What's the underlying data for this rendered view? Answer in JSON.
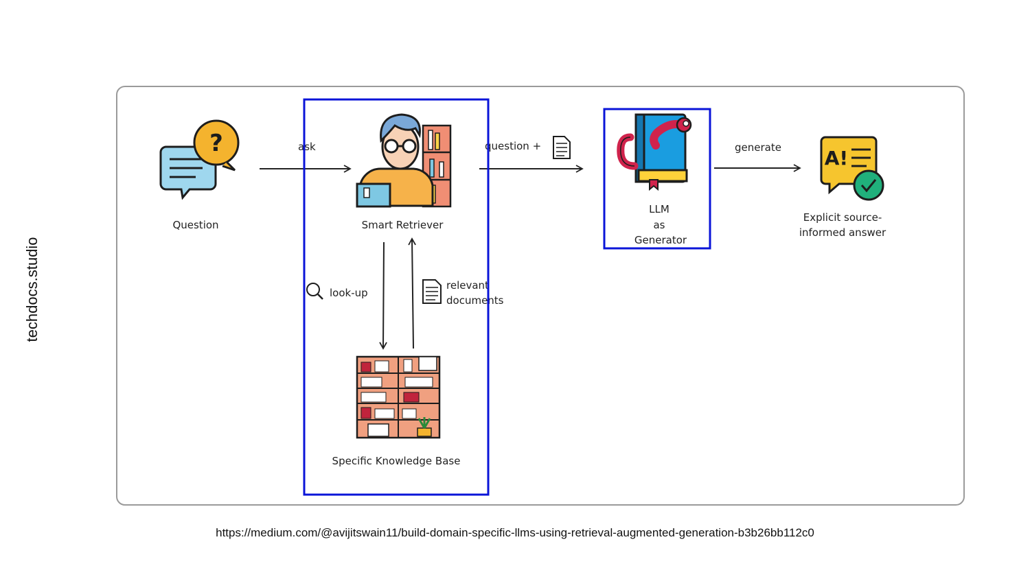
{
  "side_label": "techdocs.studio",
  "source_url": "https://medium.com/@avijitswain11/build-domain-specific-llms-using-retrieval-augmented-generation-b3b26bb112c0",
  "nodes": {
    "question": "Question",
    "smart_retriever": "Smart Retriever",
    "knowledge_base": "Specific Knowledge Base",
    "llm_line1": "LLM",
    "llm_line2": "as",
    "llm_line3": "Generator",
    "answer_line1": "Explicit source-",
    "answer_line2": "informed answer"
  },
  "edges": {
    "ask": "ask",
    "question_plus": "question +",
    "generate": "generate",
    "look_up": "look-up",
    "relevant_line1": "relevant",
    "relevant_line2": "documents"
  },
  "colors": {
    "highlight": "#0a14d8",
    "frame": "#9a9a9a",
    "bubble_orange": "#f4b32e",
    "bubble_blue": "#9fd7ee",
    "book_blue": "#1a9de0",
    "worm_red": "#d0234c",
    "answer_yellow": "#f6c52e",
    "check_green": "#20b07c"
  },
  "icons": [
    "question-bubble-icon",
    "retriever-person-icon",
    "bookshelf-icon",
    "llm-book-worm-icon",
    "ai-answer-icon",
    "document-icon",
    "magnifier-icon"
  ]
}
